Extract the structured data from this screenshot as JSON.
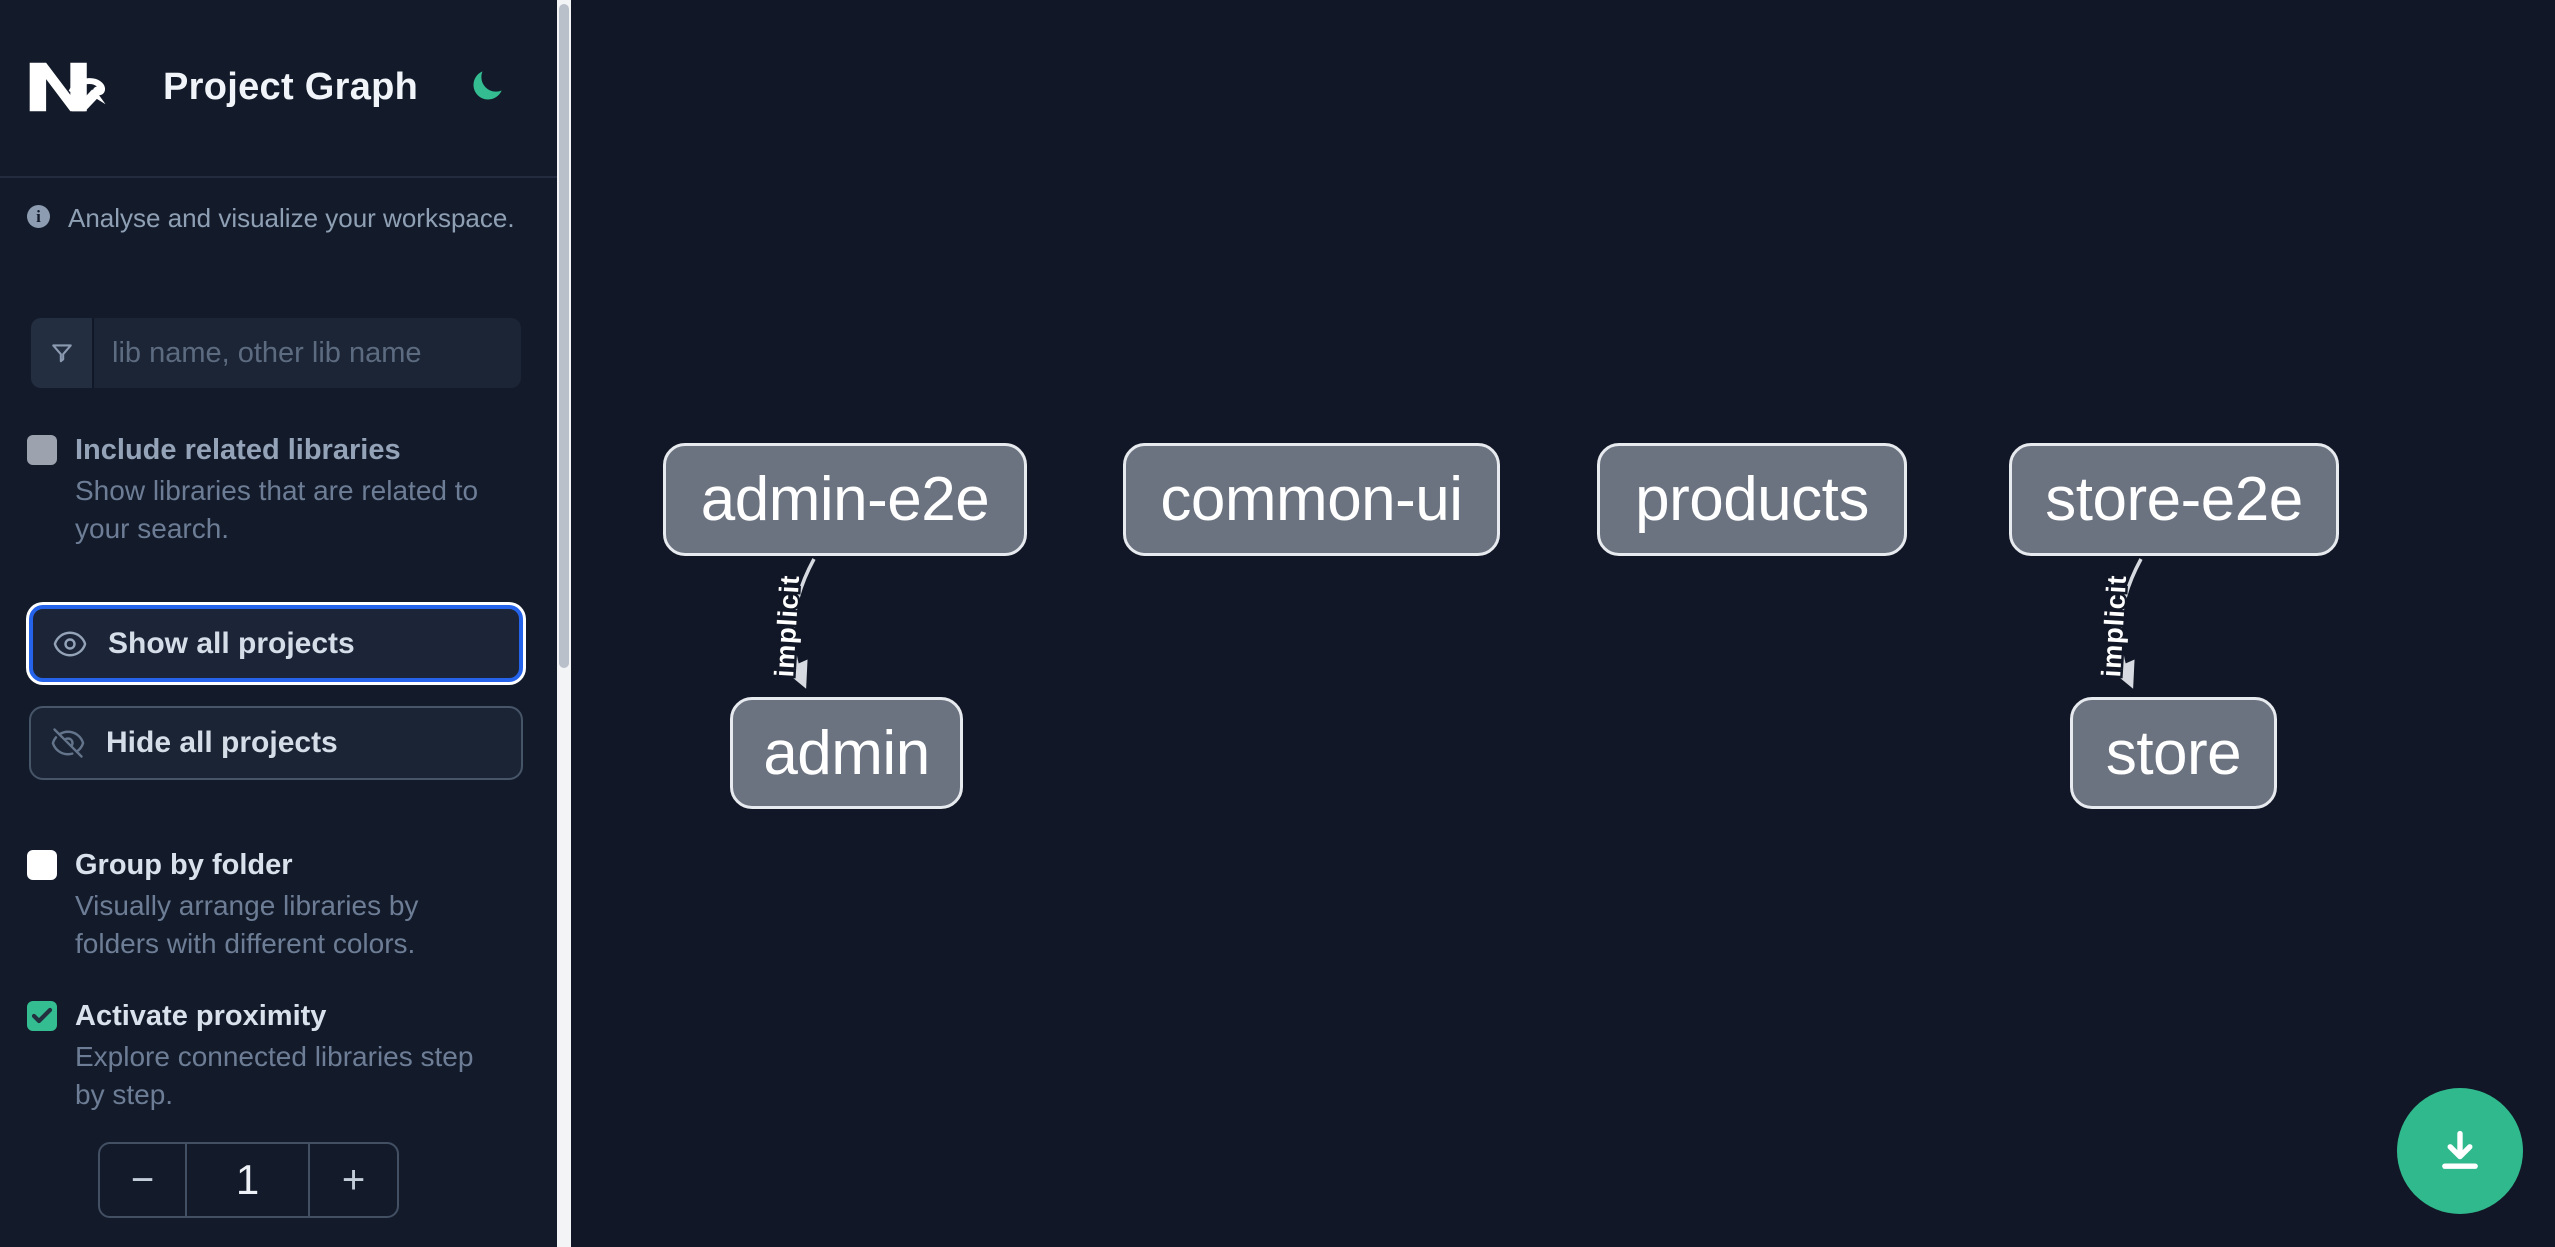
{
  "app": {
    "title": "Project Graph"
  },
  "colors": {
    "sidebar_bg": "#131b2b",
    "canvas_bg": "#111726",
    "accent_blue": "#2563eb",
    "brand_green": "#34bd90",
    "node_fill": "#6b7280",
    "node_border": "#e7eaee"
  },
  "sidebar": {
    "logo_icon": "nx-logo",
    "theme_icon": "moon-icon",
    "tagline": "Analyse and visualize your workspace.",
    "search": {
      "icon": "filter-funnel-icon",
      "placeholder": "lib name, other lib name",
      "value": ""
    },
    "options": [
      {
        "label": "Include related libraries",
        "description": "Show libraries that are related to your search.",
        "checked": false,
        "disabled": true
      },
      {
        "label": "Group by folder",
        "description": "Visually arrange libraries by folders with different colors.",
        "checked": false,
        "disabled": false
      },
      {
        "label": "Activate proximity",
        "description": "Explore connected libraries step by step.",
        "checked": true,
        "disabled": false
      }
    ],
    "buttons": {
      "show_all": {
        "label": "Show all projects",
        "icon": "eye-icon"
      },
      "hide_all": {
        "label": "Hide all projects",
        "icon": "eye-slash-icon"
      }
    },
    "stepper": {
      "decrement": "−",
      "value": "1",
      "increment": "+"
    }
  },
  "graph": {
    "nodes": [
      {
        "label": "admin-e2e"
      },
      {
        "label": "common-ui"
      },
      {
        "label": "products"
      },
      {
        "label": "store-e2e"
      },
      {
        "label": "admin"
      },
      {
        "label": "store"
      }
    ],
    "edges": [
      {
        "source": "admin-e2e",
        "target": "admin",
        "label": "implicit"
      },
      {
        "source": "store-e2e",
        "target": "store",
        "label": "implicit"
      }
    ]
  },
  "fab": {
    "icon": "download-icon"
  }
}
